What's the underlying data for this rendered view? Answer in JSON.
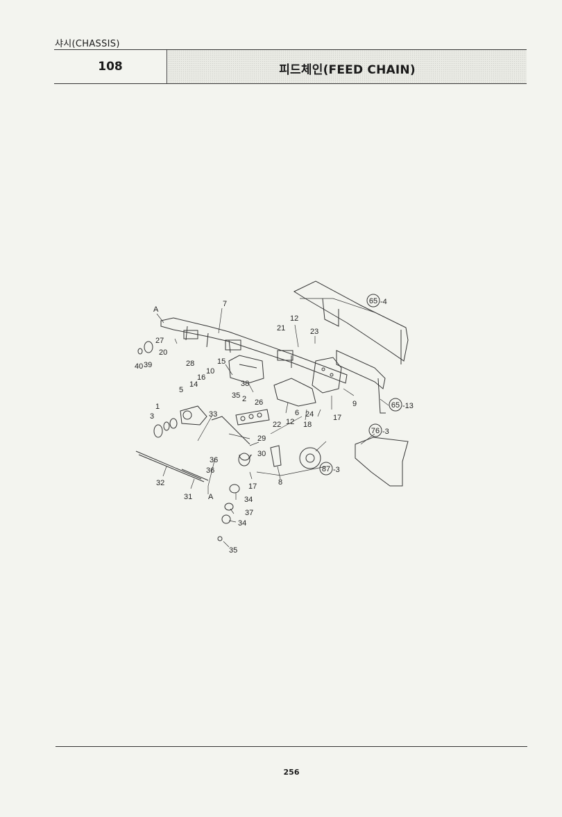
{
  "header": {
    "section": "샤시(CHASSIS)",
    "group_no": "108",
    "title": "피드체인(FEED CHAIN)"
  },
  "diagram": {
    "callouts": [
      "7",
      "A",
      "27",
      "20",
      "40",
      "39",
      "28",
      "12",
      "21",
      "23",
      "15",
      "10",
      "16",
      "14",
      "5",
      "38",
      "35",
      "2",
      "26",
      "1",
      "3",
      "33",
      "6",
      "24",
      "12",
      "18",
      "22",
      "17",
      "9",
      "29",
      "30",
      "36",
      "36",
      "31",
      "32",
      "A",
      "34",
      "37",
      "34",
      "35",
      "8",
      "17"
    ],
    "circled_refs": [
      {
        "ref": "65",
        "suffix": "-4"
      },
      {
        "ref": "65",
        "suffix": "-13"
      },
      {
        "ref": "76",
        "suffix": "-3"
      },
      {
        "ref": "87",
        "suffix": "-3"
      }
    ]
  },
  "footer": {
    "page_number": "256"
  }
}
